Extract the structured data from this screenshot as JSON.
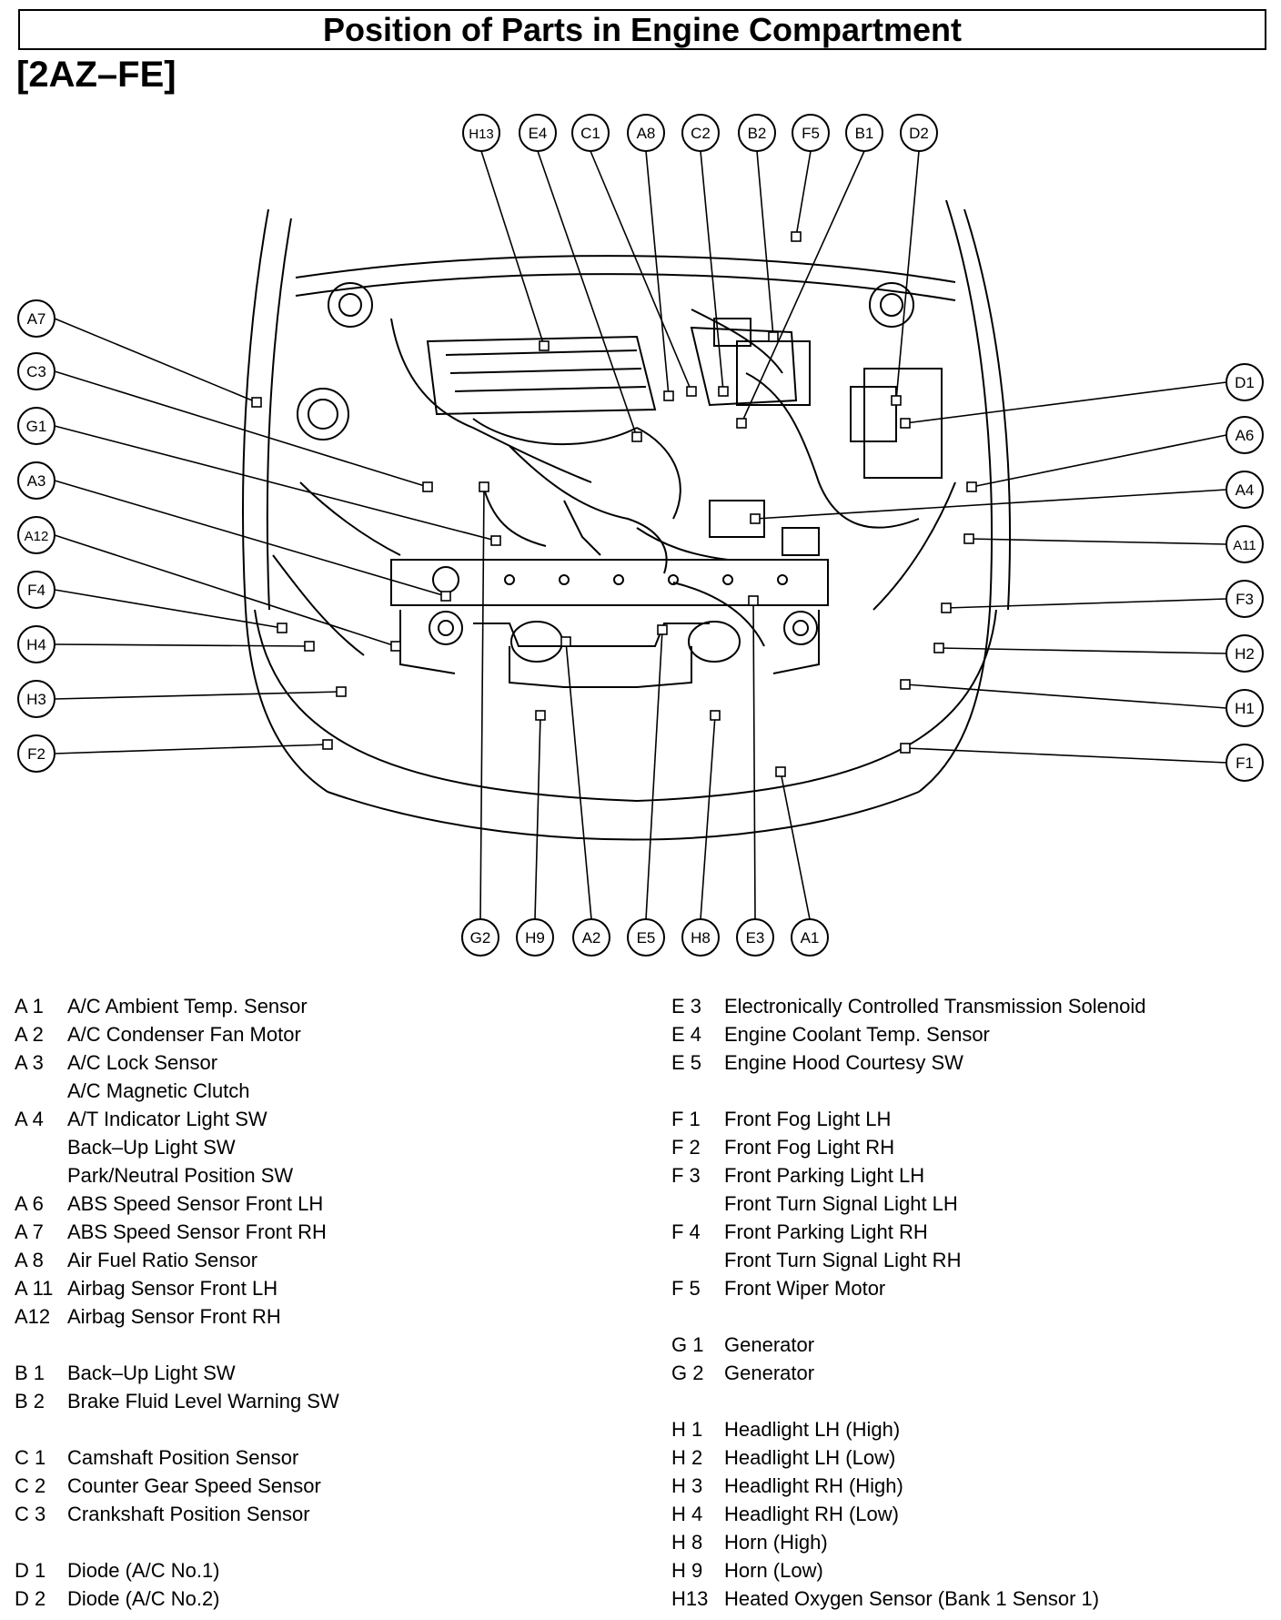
{
  "title": "Position of Parts in Engine Compartment",
  "subtitle": "[2AZ–FE]",
  "callouts": {
    "top": [
      "H13",
      "E4",
      "C1",
      "A8",
      "C2",
      "B2",
      "F5",
      "B1",
      "D2"
    ],
    "left": [
      "A7",
      "C3",
      "G1",
      "A3",
      "A12",
      "F4",
      "H4",
      "H3",
      "F2"
    ],
    "right": [
      "D1",
      "A6",
      "A4",
      "A11",
      "F3",
      "H2",
      "H1",
      "F1"
    ],
    "bottom": [
      "G2",
      "H9",
      "A2",
      "E5",
      "H8",
      "E3",
      "A1"
    ]
  },
  "legend_left": [
    {
      "code": "A  1",
      "desc": "A/C Ambient Temp. Sensor"
    },
    {
      "code": "A  2",
      "desc": "A/C Condenser Fan Motor"
    },
    {
      "code": "A  3",
      "desc": "A/C Lock Sensor"
    },
    {
      "code": "",
      "desc": "A/C Magnetic Clutch"
    },
    {
      "code": "A  4",
      "desc": "A/T Indicator Light SW"
    },
    {
      "code": "",
      "desc": "Back–Up Light SW"
    },
    {
      "code": "",
      "desc": "Park/Neutral Position SW"
    },
    {
      "code": "A  6",
      "desc": "ABS Speed Sensor Front LH"
    },
    {
      "code": "A  7",
      "desc": "ABS Speed Sensor Front RH"
    },
    {
      "code": "A  8",
      "desc": "Air Fuel Ratio Sensor"
    },
    {
      "code": "A 11",
      "desc": "Airbag Sensor Front LH"
    },
    {
      "code": "A12",
      "desc": "Airbag Sensor Front RH"
    },
    null,
    {
      "code": "B  1",
      "desc": "Back–Up Light SW"
    },
    {
      "code": "B  2",
      "desc": "Brake Fluid Level Warning SW"
    },
    null,
    {
      "code": "C  1",
      "desc": "Camshaft Position Sensor"
    },
    {
      "code": "C  2",
      "desc": "Counter Gear Speed Sensor"
    },
    {
      "code": "C  3",
      "desc": "Crankshaft Position Sensor"
    },
    null,
    {
      "code": "D  1",
      "desc": "Diode (A/C No.1)"
    },
    {
      "code": "D  2",
      "desc": "Diode (A/C No.2)"
    }
  ],
  "legend_right": [
    {
      "code": "E  3",
      "desc": "Electronically Controlled Transmission Solenoid"
    },
    {
      "code": "E  4",
      "desc": "Engine Coolant Temp. Sensor"
    },
    {
      "code": "E  5",
      "desc": "Engine Hood Courtesy SW"
    },
    null,
    {
      "code": "F  1",
      "desc": "Front Fog Light LH"
    },
    {
      "code": "F  2",
      "desc": "Front Fog Light RH"
    },
    {
      "code": "F  3",
      "desc": "Front Parking Light LH"
    },
    {
      "code": "",
      "desc": "Front Turn Signal Light LH"
    },
    {
      "code": "F  4",
      "desc": "Front Parking Light RH"
    },
    {
      "code": "",
      "desc": "Front Turn Signal Light RH"
    },
    {
      "code": "F  5",
      "desc": "Front Wiper Motor"
    },
    null,
    {
      "code": "G  1",
      "desc": "Generator"
    },
    {
      "code": "G  2",
      "desc": "Generator"
    },
    null,
    {
      "code": "H  1",
      "desc": "Headlight LH (High)"
    },
    {
      "code": "H  2",
      "desc": "Headlight LH (Low)"
    },
    {
      "code": "H  3",
      "desc": "Headlight RH (High)"
    },
    {
      "code": "H  4",
      "desc": "Headlight RH (Low)"
    },
    {
      "code": "H  8",
      "desc": "Horn (High)"
    },
    {
      "code": "H  9",
      "desc": "Horn (Low)"
    },
    {
      "code": "H13",
      "desc": "Heated Oxygen Sensor (Bank 1 Sensor 1)"
    }
  ]
}
